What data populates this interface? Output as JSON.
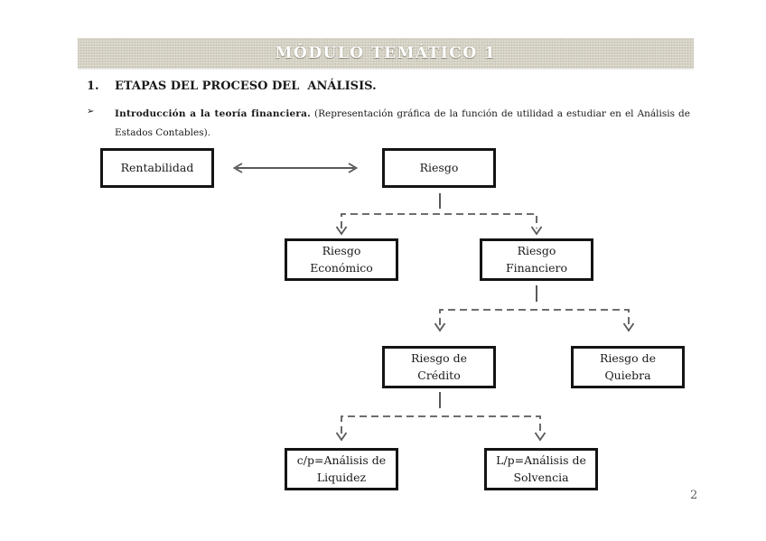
{
  "header": {
    "title": "MÓDULO TEMÁTICO 1"
  },
  "heading": {
    "number": "1.",
    "text": "ETAPAS DEL PROCESO DEL  ANÁLISIS."
  },
  "bullet": {
    "marker": "➢",
    "lead": "Introducción a la teoría financiera.",
    "body": "(Representación gráfica de la función de utilidad a estudiar en el Análisis de Estados Contables)."
  },
  "diagram": {
    "nodes": {
      "rentabilidad": "Rentabilidad",
      "riesgo": "Riesgo",
      "riesgo_economico": "Riesgo\nEconómico",
      "riesgo_financiero": "Riesgo\nFinanciero",
      "riesgo_credito": "Riesgo de\nCrédito",
      "riesgo_quiebra": "Riesgo de\nQuiebra",
      "analisis_liquidez": "c/p=Análisis de\nLiquidez",
      "analisis_solvencia": "L/p=Análisis de\nSolvencia"
    }
  },
  "footer": {
    "page_number": "2"
  },
  "colors": {
    "bar_bg": "#d4d1c3",
    "bar_text": "#ffffff",
    "connector": "#595959",
    "box_border": "#141414",
    "text": "#1a1a1a",
    "page_number": "#5e5e5e"
  }
}
